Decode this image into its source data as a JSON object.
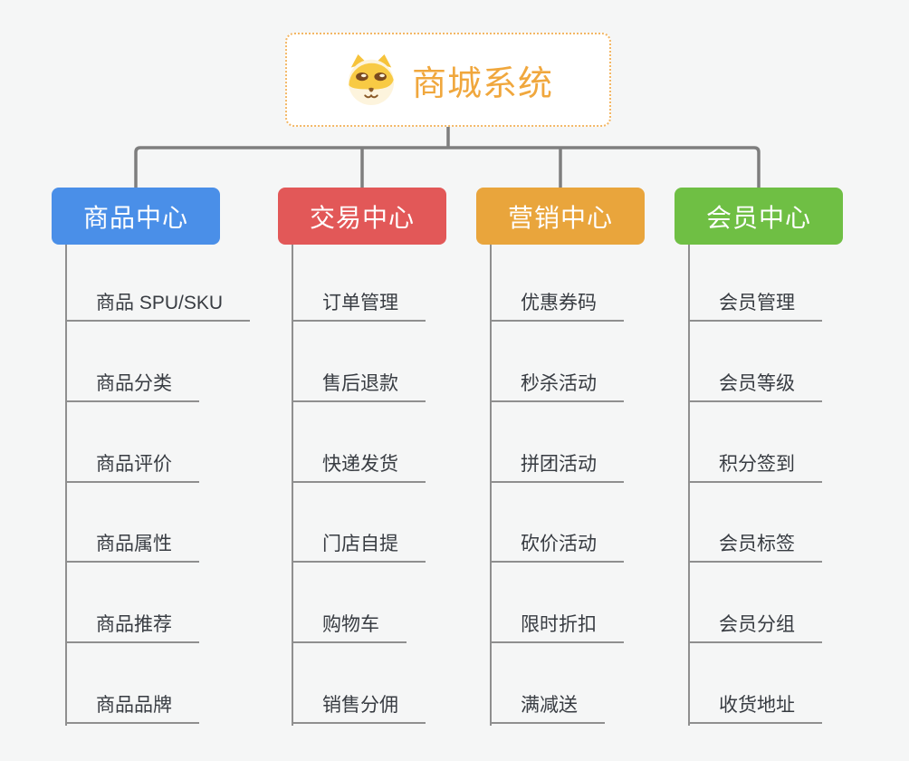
{
  "root": {
    "title": "商城系统",
    "icon": "dog-face-icon",
    "title_color": "#f0a73d",
    "border_color": "#f3b765"
  },
  "branches": [
    {
      "label": "商品中心",
      "color": "#4a8fe8",
      "children": [
        "商品 SPU/SKU",
        "商品分类",
        "商品评价",
        "商品属性",
        "商品推荐",
        "商品品牌"
      ]
    },
    {
      "label": "交易中心",
      "color": "#e25858",
      "children": [
        "订单管理",
        "售后退款",
        "快递发货",
        "门店自提",
        "购物车",
        "销售分佣"
      ]
    },
    {
      "label": "营销中心",
      "color": "#e9a53c",
      "children": [
        "优惠券码",
        "秒杀活动",
        "拼团活动",
        "砍价活动",
        "限时折扣",
        "满减送"
      ]
    },
    {
      "label": "会员中心",
      "color": "#6fbf44",
      "children": [
        "会员管理",
        "会员等级",
        "积分签到",
        "会员标签",
        "会员分组",
        "收货地址"
      ]
    }
  ],
  "colors": {
    "background": "#f5f6f6",
    "connector": "#7e7e7e",
    "leaf_line": "#8f8f8f",
    "leaf_text": "#383c42"
  }
}
